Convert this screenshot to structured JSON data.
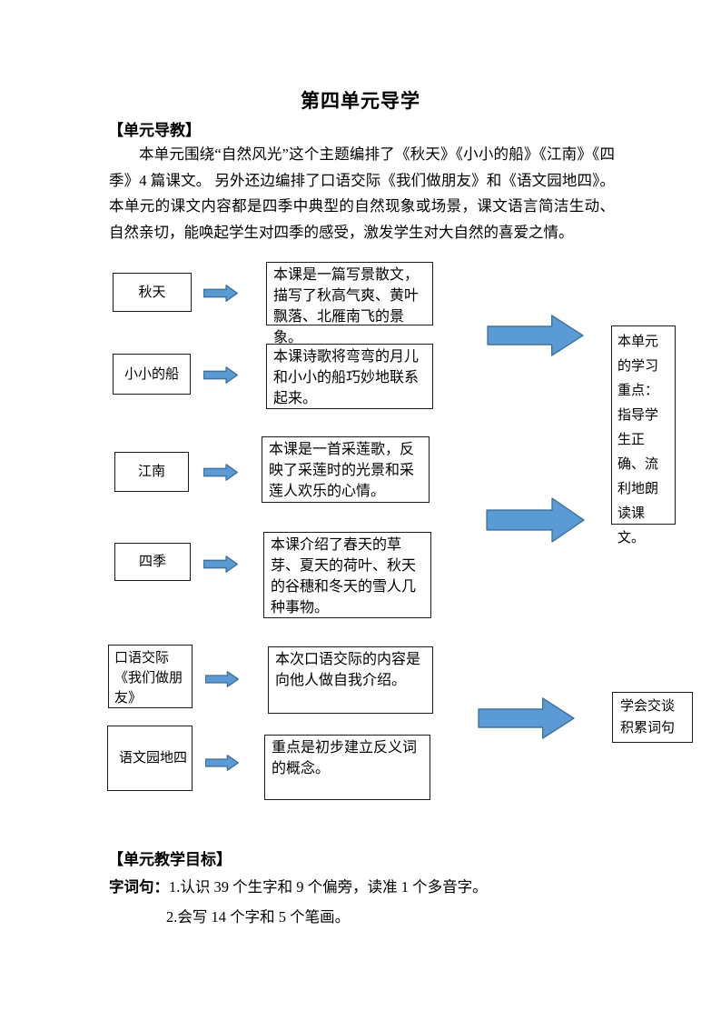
{
  "title": "第四单元导学",
  "guide": {
    "header": "【单元导教】",
    "paragraph": "本单元围绕“自然风光”这个主题编排了《秋天》《小小的船》《江南》《四季》4 篇课文。 另外还边编排了口语交际《我们做朋友》和《语文园地四》。本单元的课文内容都是四季中典型的自然现象或场景，课文语言简洁生动、自然亲切，能唤起学生对四季的感受，激发学生对大自然的喜爱之情。"
  },
  "diagram": {
    "rows": [
      {
        "label": "秋天",
        "description": "本课是一篇写景散文，描写了秋高气爽、黄叶飘落、北雁南飞的景象。"
      },
      {
        "label": "小小的船",
        "description": "本课诗歌将弯弯的月儿和小小的船巧妙地联系起来。"
      },
      {
        "label": "江南",
        "description": "本课是一首采莲歌，反映了采莲时的光景和采莲人欢乐的心情。"
      },
      {
        "label": "四季",
        "description": "本课介绍了春天的草芽、夏天的荷叶、秋天的谷穗和冬天的雪人几种事物。"
      },
      {
        "label": "口语交际《我们做朋友》",
        "description": "本次口语交际的内容是向他人做自我介绍。"
      },
      {
        "label": "语文园地四",
        "description": "重点是初步建立反义词的概念。"
      }
    ],
    "summary_primary": "本单元的学习重点：指导学生正确、流利地朗读课文。",
    "summary_secondary_lines": [
      "学会交谈",
      "积累词句"
    ],
    "colors": {
      "arrow_fill": "#5b9bd5",
      "arrow_stroke": "#41719c"
    }
  },
  "objectives": {
    "header": "【单元教学目标】",
    "label": "字词句：",
    "items": [
      "1.认识 39 个生字和 9 个偏旁，读准 1 个多音字。",
      "2.会写 14 个字和 5 个笔画。"
    ]
  }
}
